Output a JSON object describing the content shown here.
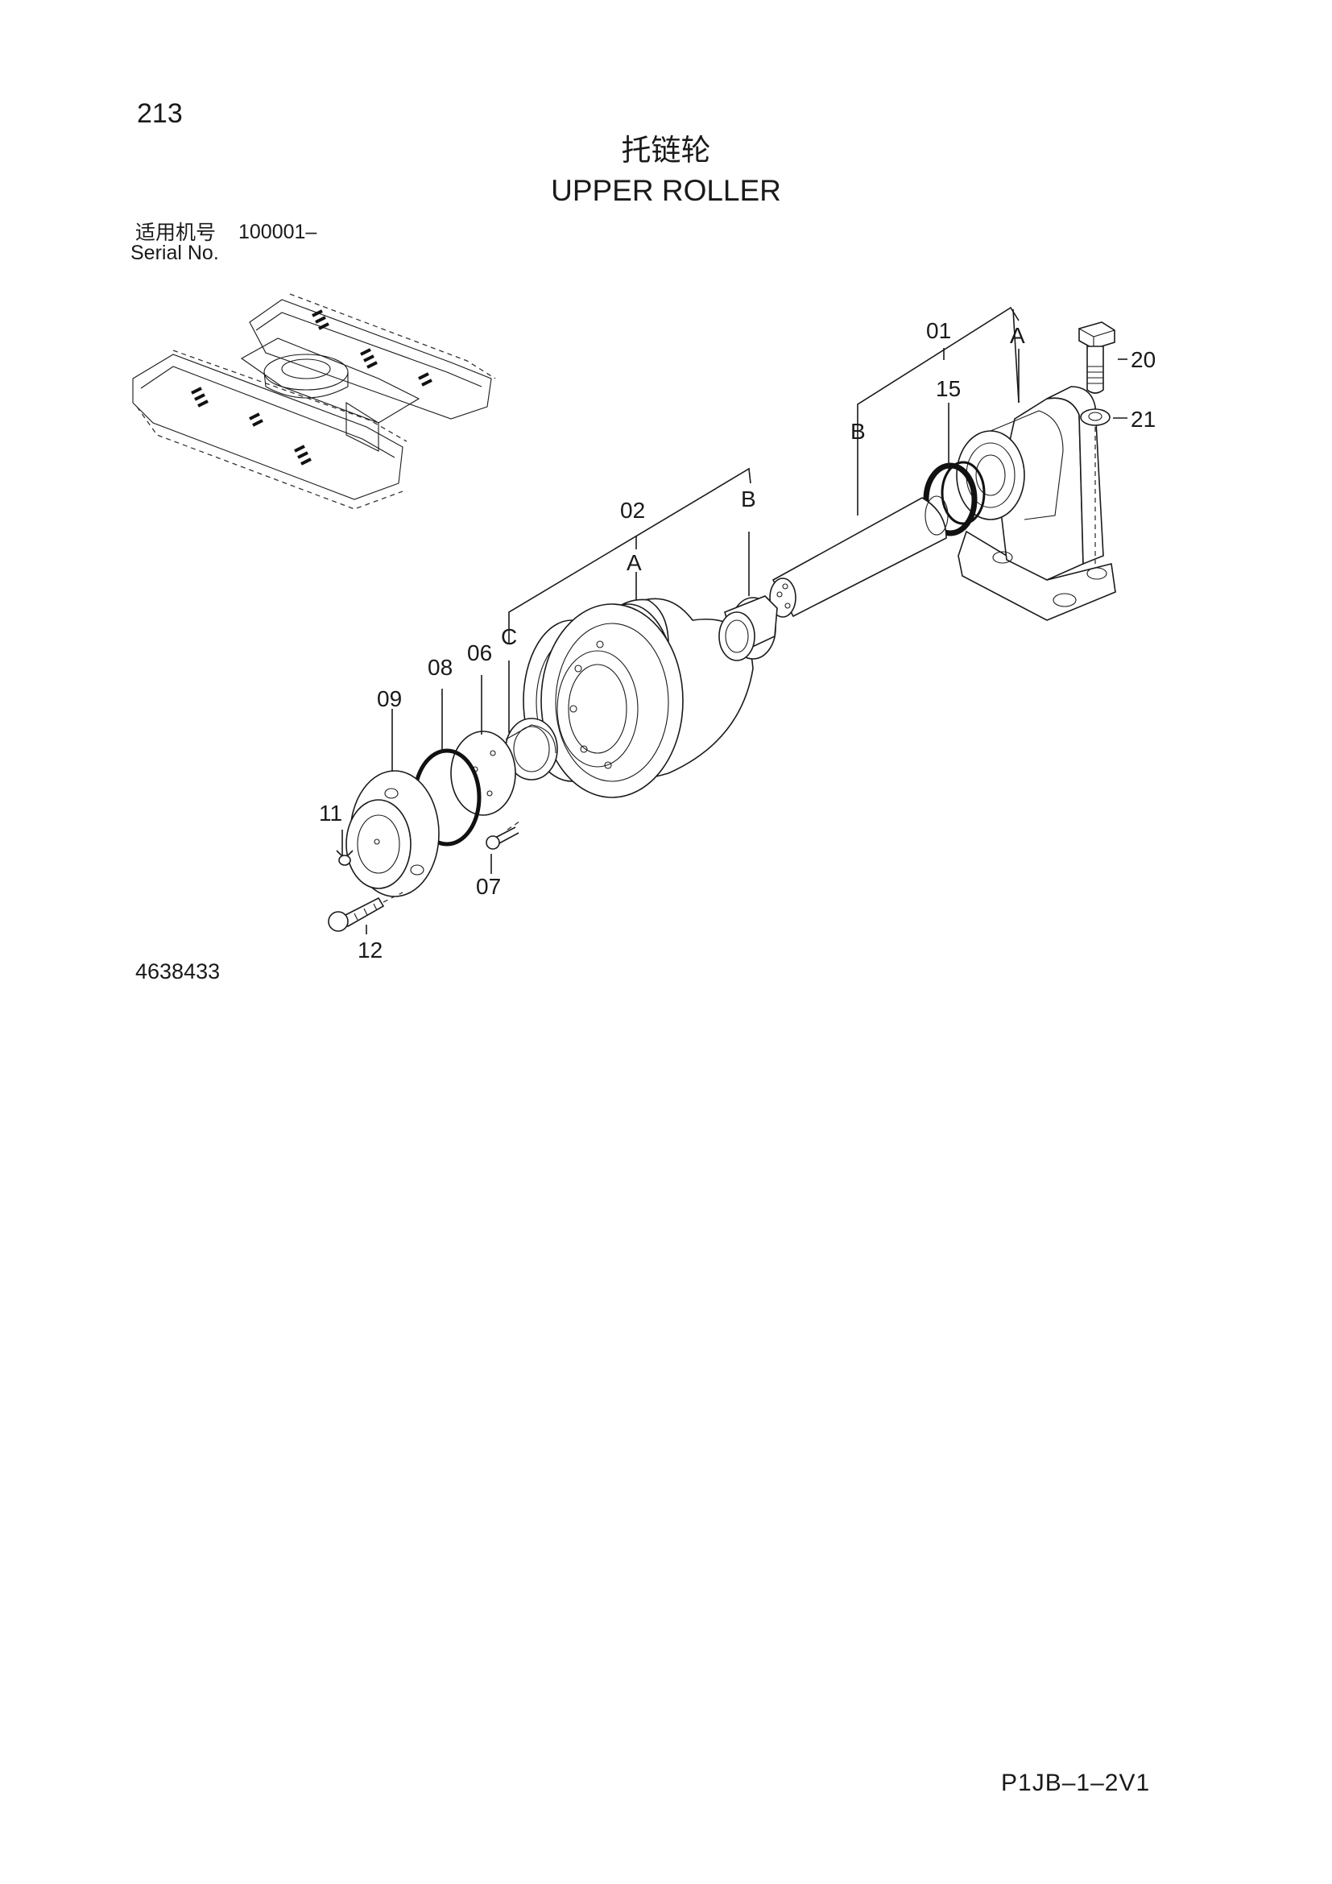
{
  "header": {
    "page_number": "213",
    "title_cn": "托链轮",
    "title_en": "UPPER ROLLER",
    "serial_label_cn": "适用机号",
    "serial_value": "100001–",
    "serial_label_en": "Serial No."
  },
  "diagram": {
    "part_labels": {
      "p01": "01",
      "p02": "02",
      "p06": "06",
      "p07": "07",
      "p08": "08",
      "p09": "09",
      "p11": "11",
      "p12": "12",
      "p15": "15",
      "p20": "20",
      "p21": "21"
    },
    "group_letters": {
      "a_01": "A",
      "b_01": "B",
      "a_02": "A",
      "b_02": "B",
      "c_02": "C"
    }
  },
  "footer": {
    "drawing_number": "4638433",
    "page_code": "P1JB–1–2V1"
  }
}
